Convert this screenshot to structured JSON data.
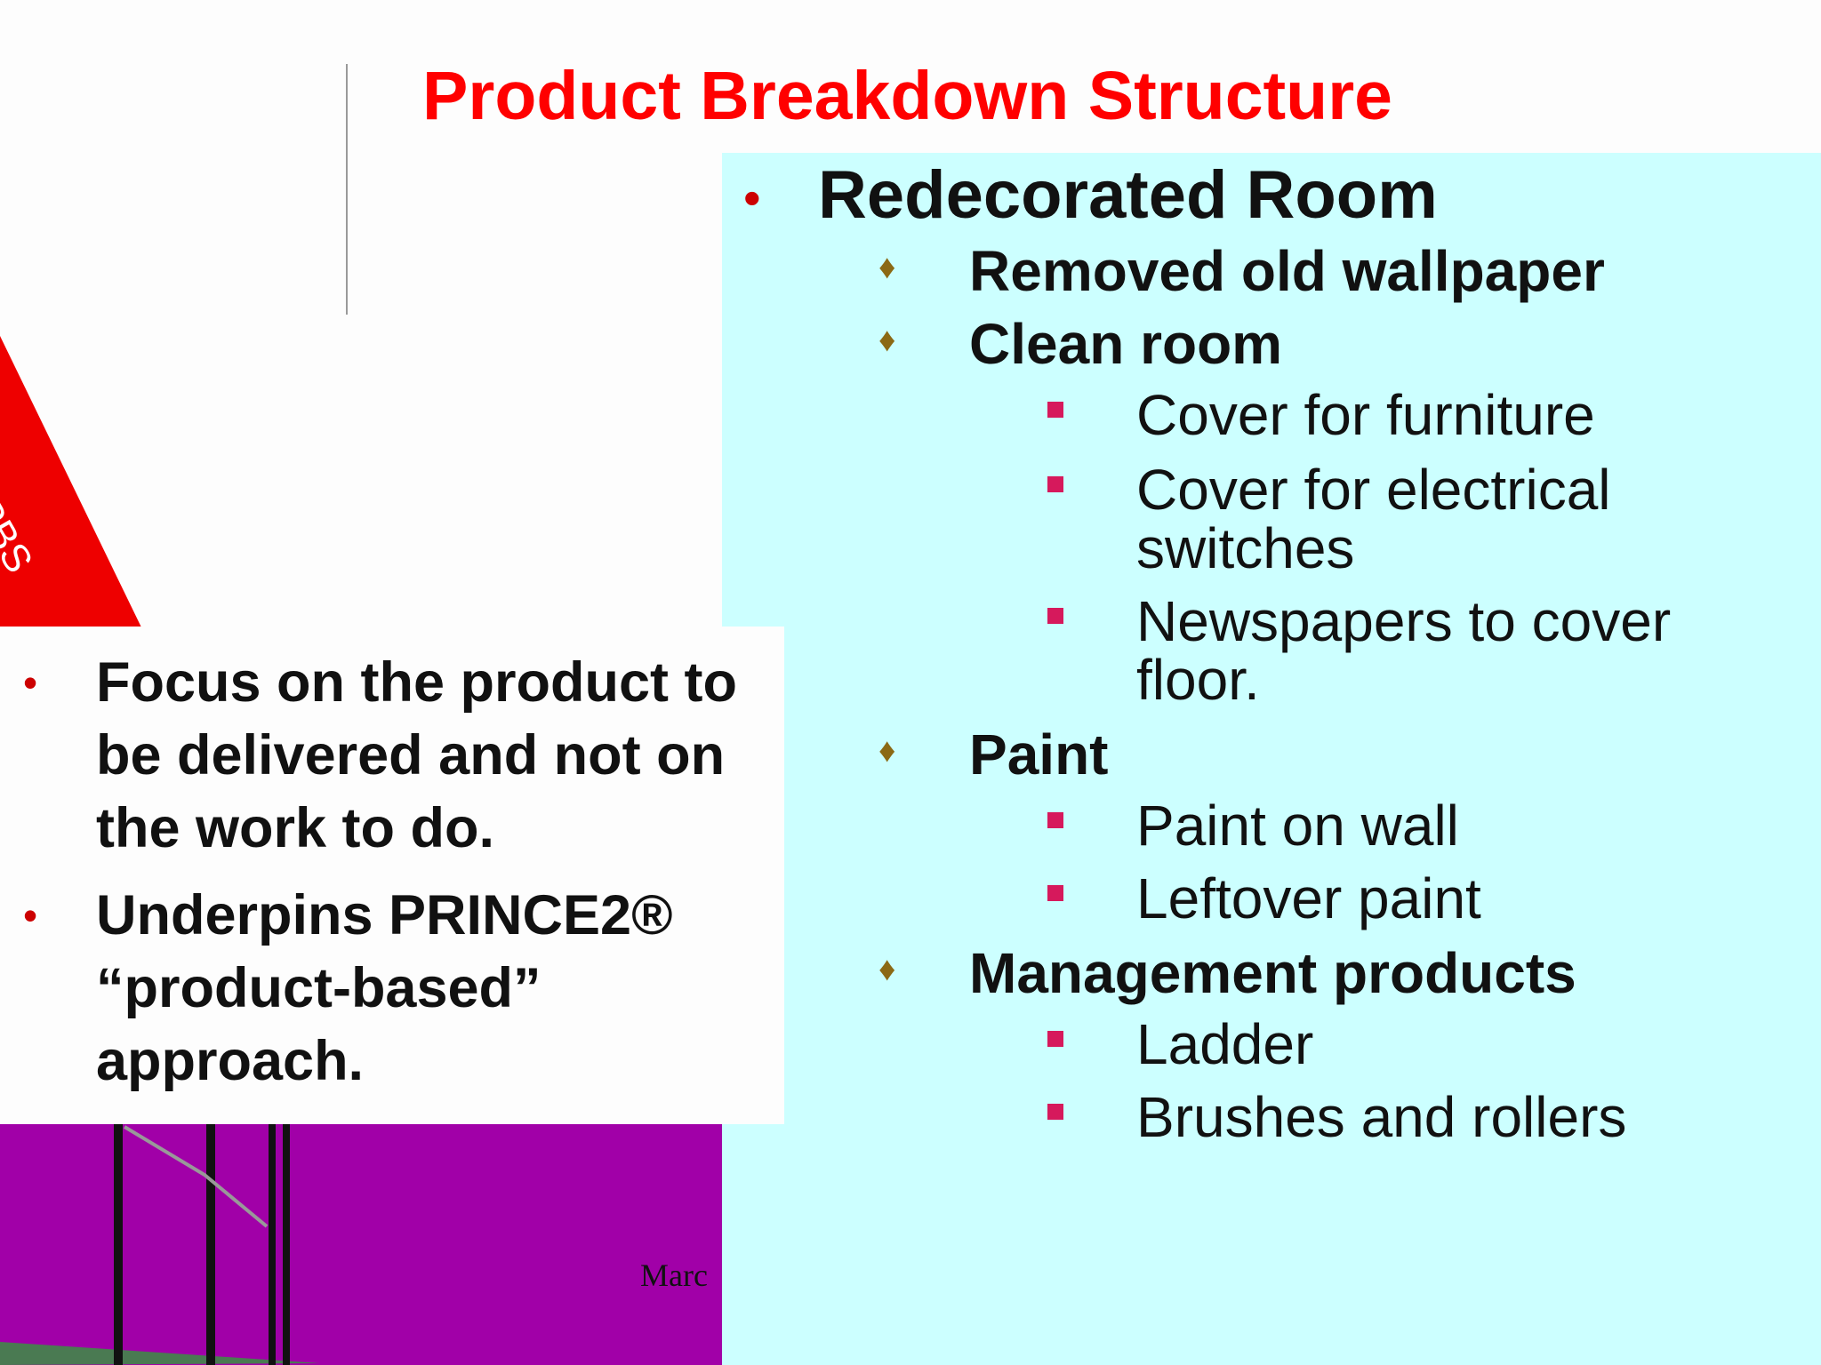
{
  "slide": {
    "title": "Product Breakdown Structure",
    "side_label": "PBS",
    "left_bullets": [
      "Focus on the product to be delivered and not on the work to do.",
      "Underpins PRINCE2® “product-based” approach."
    ],
    "outline": {
      "root": "Redecorated Room",
      "items": [
        "Removed old wallpaper",
        "Clean room",
        "Cover for furniture",
        "Cover for electrical switches",
        "Newspapers to cover floor.",
        "Paint",
        "Paint on wall",
        "Leftover paint",
        "Management products",
        "Ladder",
        "Brushes and rollers"
      ]
    },
    "footer": "Marc"
  },
  "colors": {
    "title": "#ff0000",
    "panel": "#ccffff",
    "root_bullet": "#cc0000",
    "level1_bullet": "#8b6914",
    "level2_bullet": "#d6195c",
    "triangle": "#ee0000",
    "decor": "#a100a8"
  },
  "icons": {
    "root_bullet": "round-bullet",
    "level1_bullet": "diamond-bullet",
    "level2_bullet": "square-bullet"
  }
}
